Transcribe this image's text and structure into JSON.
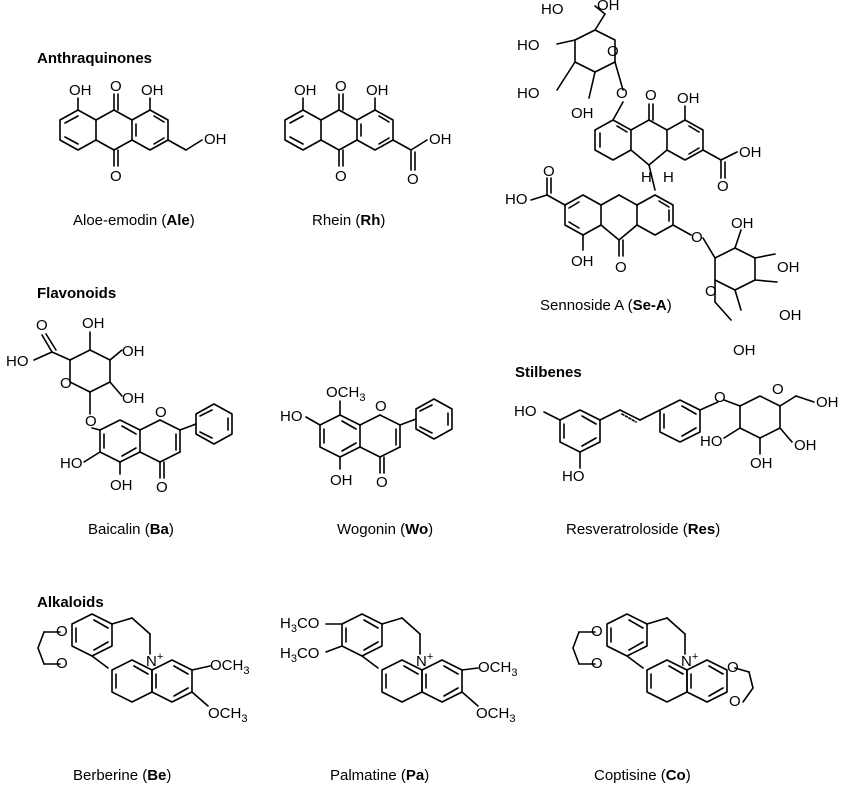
{
  "headings": {
    "anthraquinones": "Anthraquinones",
    "flavonoids": "Flavonoids",
    "stilbenes": "Stilbenes",
    "alkaloids": "Alkaloids"
  },
  "compounds": {
    "ale": {
      "name": "Aloe-emodin (",
      "abbr": "Ale",
      "close": ")"
    },
    "rh": {
      "name": "Rhein (",
      "abbr": "Rh",
      "close": ")"
    },
    "sea": {
      "name": "Sennoside A (",
      "abbr": "Se-A",
      "close": ")"
    },
    "ba": {
      "name": "Baicalin (",
      "abbr": "Ba",
      "close": ")"
    },
    "wo": {
      "name": "Wogonin (",
      "abbr": "Wo",
      "close": ")"
    },
    "res": {
      "name": "Resveratroloside (",
      "abbr": "Res",
      "close": ")"
    },
    "be": {
      "name": "Berberine (",
      "abbr": "Be",
      "close": ")"
    },
    "pa": {
      "name": "Palmatine (",
      "abbr": "Pa",
      "close": ")"
    },
    "co": {
      "name": "Coptisine (",
      "abbr": "Co",
      "close": ")"
    }
  },
  "atom_labels": {
    "oh": "OH",
    "ho": "HO",
    "o": "O",
    "h": "H",
    "och3": "OCH",
    "h3co": "H",
    "co_tail": "CO",
    "sub3": "3",
    "nplus": "N",
    "plus": "+"
  }
}
